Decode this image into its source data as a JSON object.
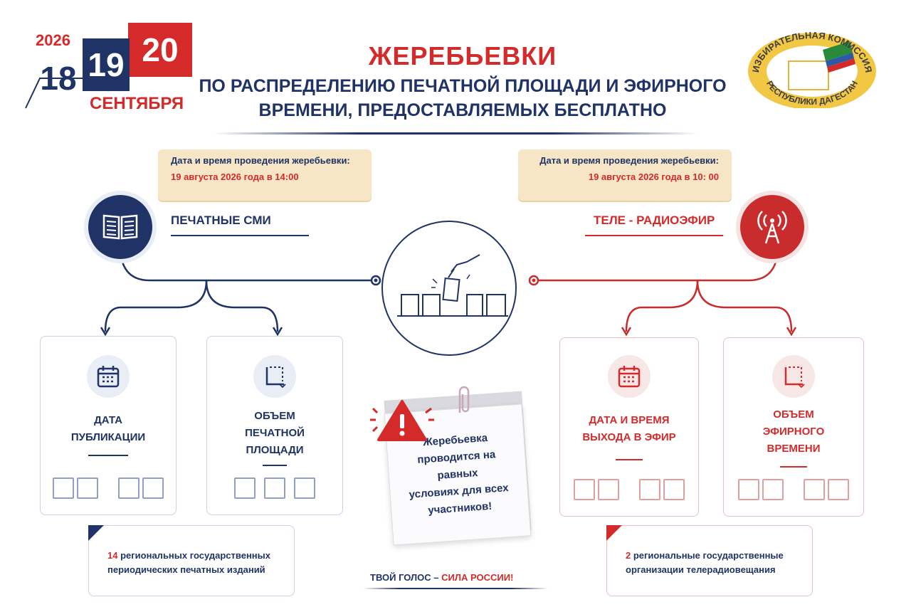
{
  "header": {
    "year": "2026",
    "day1": "18",
    "day2": "19",
    "day3": "20",
    "month": "СЕНТЯБРЯ",
    "title": "ЖЕРЕБЬЕВКИ",
    "subtitle_line1": "ПО РАСПРЕДЕЛЕНИЮ ПЕЧАТНОЙ ПЛОЩАДИ И ЭФИРНОГО",
    "subtitle_line2": "ВРЕМЕНИ, ПРЕДОСТАВЛЯЕМЫХ БЕСПЛАТНО"
  },
  "seal": {
    "top_text": "ИЗБИРАТЕЛЬНАЯ КОМИССИЯ",
    "bottom_text": "РЕСПУБЛИКИ ДАГЕСТАН"
  },
  "left": {
    "note_label": "Дата и время проведения жеребьевки:",
    "note_value": "19 августа 2026 года в 14:00",
    "category": "ПЕЧАТНЫЕ СМИ",
    "card1_line1": "ДАТА",
    "card1_line2": "ПУБЛИКАЦИИ",
    "card2_line1": "ОБЪЕМ",
    "card2_line2": "ПЕЧАТНОЙ",
    "card2_line3": "ПЛОЩАДИ",
    "info_count": "14",
    "info_text1": " региональных государственных",
    "info_text2": "периодических печатных изданий"
  },
  "right": {
    "note_label": "Дата и время проведения жеребьевки:",
    "note_value": "19 августа 2026 года в 10: 00",
    "category": "ТЕЛЕ - РАДИОЭФИР",
    "card1_line1": "ДАТА И ВРЕМЯ",
    "card1_line2": "ВЫХОДА В ЭФИР",
    "card2_line1": "ОБЪЕМ",
    "card2_line2": "ЭФИРНОГО",
    "card2_line3": "ВРЕМЕНИ",
    "info_count": "2",
    "info_text1": " региональные государственные",
    "info_text2": "организации телерадиовещания"
  },
  "sticky": {
    "line1": "Жеребьевка",
    "line2": "проводится на равных",
    "line3": "условиях для всех",
    "line4": "участников!"
  },
  "footer": {
    "slogan_part1": "ТВОЙ ГОЛОС – ",
    "slogan_part2": "СИЛА РОССИИ!"
  },
  "colors": {
    "navy": "#1f3366",
    "red": "#d42a2a",
    "note_bg": "#f6e6c6"
  }
}
